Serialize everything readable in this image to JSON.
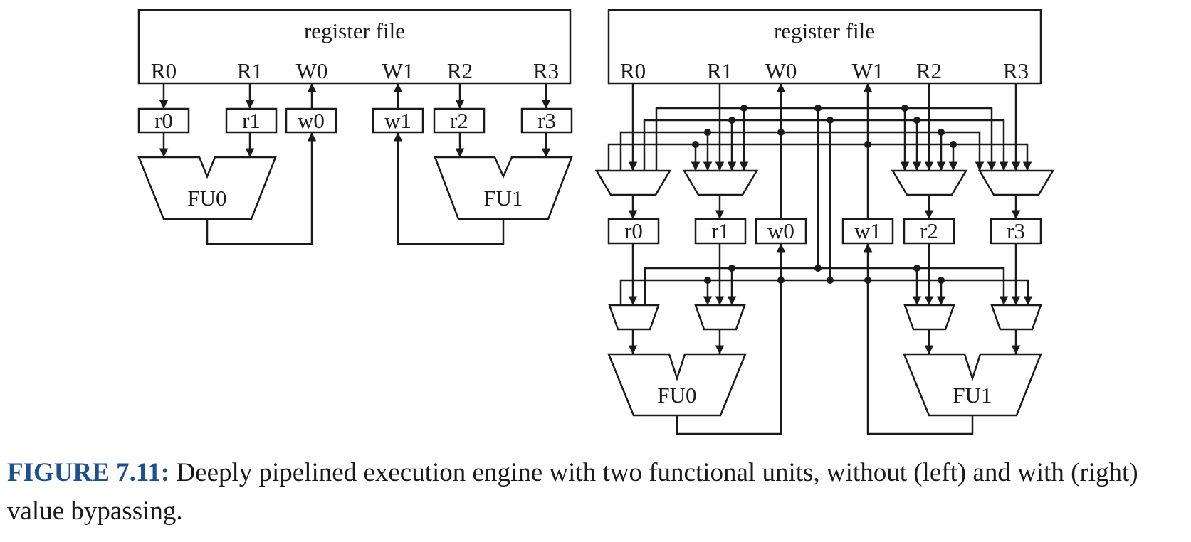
{
  "left": {
    "register_file": "register file",
    "ports": {
      "r0": "R0",
      "r1": "R1",
      "w0": "W0",
      "w1": "W1",
      "r2": "R2",
      "r3": "R3"
    },
    "latches": {
      "r0": "r0",
      "r1": "r1",
      "w0": "w0",
      "w1": "w1",
      "r2": "r2",
      "r3": "r3"
    },
    "fu0": "FU0",
    "fu1": "FU1"
  },
  "right": {
    "register_file": "register file",
    "ports": {
      "r0": "R0",
      "r1": "R1",
      "w0": "W0",
      "w1": "W1",
      "r2": "R2",
      "r3": "R3"
    },
    "latches": {
      "r0": "r0",
      "r1": "r1",
      "w0": "w0",
      "w1": "w1",
      "r2": "r2",
      "r3": "r3"
    },
    "fu0": "FU0",
    "fu1": "FU1"
  },
  "caption": {
    "label": "FIGURE 7.11:",
    "text": " Deeply pipelined execution engine with two functional units, without (left) and with (right) value bypassing."
  }
}
